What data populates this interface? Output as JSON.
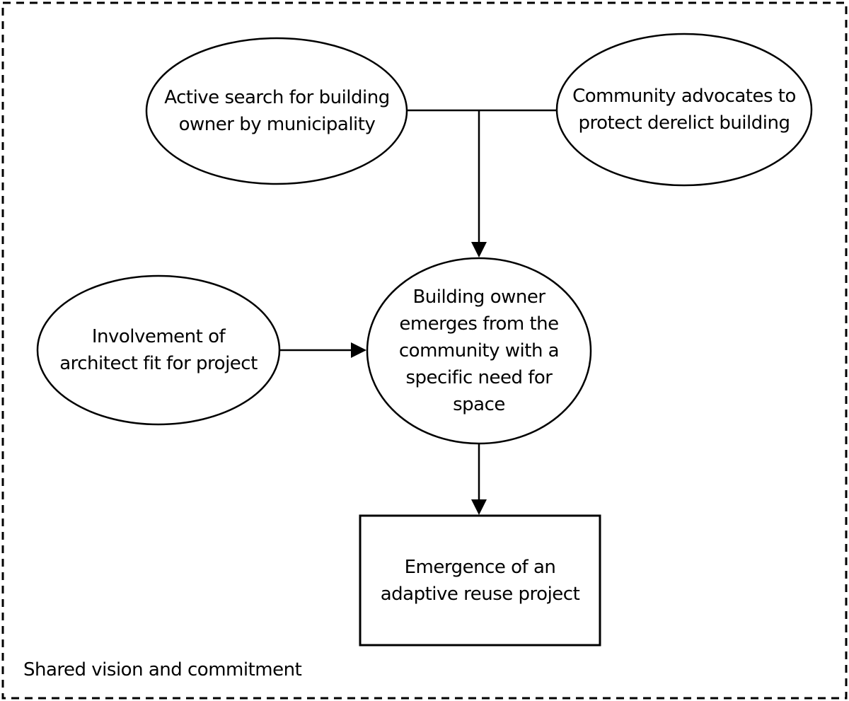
{
  "diagram": {
    "caption": "Shared vision and commitment",
    "colors": {
      "stroke": "#000000",
      "fill": "#ffffff",
      "background": "#ffffff"
    },
    "nodes": [
      {
        "id": "active-search",
        "shape": "ellipse",
        "label": "Active search for building\nowner by municipality"
      },
      {
        "id": "community-advocates",
        "shape": "ellipse",
        "label": "Community advocates to\nprotect derelict building"
      },
      {
        "id": "building-owner",
        "shape": "ellipse",
        "label": "Building owner\nemerges from the\ncommunity with a\nspecific need for\nspace"
      },
      {
        "id": "architect-involvement",
        "shape": "ellipse",
        "label": "Involvement of\narchitect fit for project"
      },
      {
        "id": "adaptive-reuse-project",
        "shape": "rectangle",
        "label": "Emergence of an\nadaptive reuse project"
      }
    ],
    "edges": [
      {
        "from": "active-search",
        "to": "community-advocates",
        "arrow": false
      },
      {
        "from": "active-search + community-advocates junction",
        "to": "building-owner",
        "arrow": true
      },
      {
        "from": "architect-involvement",
        "to": "building-owner",
        "arrow": true
      },
      {
        "from": "building-owner",
        "to": "adaptive-reuse-project",
        "arrow": true
      }
    ]
  }
}
